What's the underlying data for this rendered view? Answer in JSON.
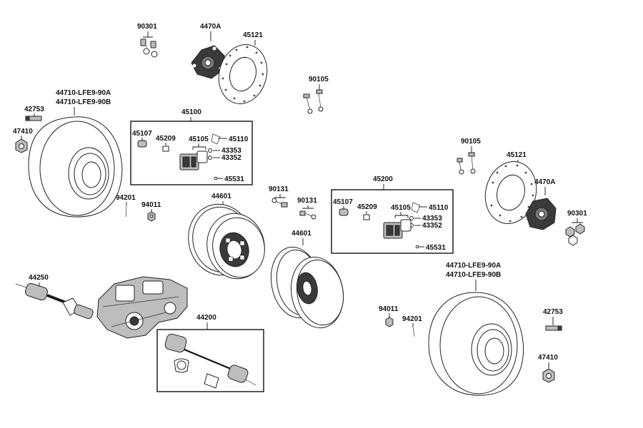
{
  "parts": {
    "p90301_top": "90301",
    "p4470A_top": "4470A",
    "p45121_top": "45121",
    "p90105_top": "90105",
    "p44710_left_a": "44710-LFE9-90A",
    "p44710_left_b": "44710-LFE9-90B",
    "p42753_left": "42753",
    "p47410_left": "47410",
    "p45100": "45100",
    "p45107_left": "45107",
    "p45209_left": "45209",
    "p45105_left": "45105",
    "p45110_left": "45110",
    "p43353_left": "43353",
    "p43352_left": "43352",
    "p45531_left": "45531",
    "p94201_left": "94201",
    "p94011_left": "94011",
    "p44601_left": "44601",
    "p90131_a": "90131",
    "p90131_b": "90131",
    "p45200": "45200",
    "p45107_right": "45107",
    "p45209_right": "45209",
    "p45105_right": "45105",
    "p45110_right": "45110",
    "p43353_right": "43353",
    "p43352_right": "43352",
    "p45531_right": "45531",
    "p44601_right": "44601",
    "p90105_right": "90105",
    "p45121_right": "45121",
    "p4470A_right": "4470A",
    "p90301_right": "90301",
    "p44250": "44250",
    "p44200": "44200",
    "p44710_right_a": "44710-LFE9-90A",
    "p44710_right_b": "44710-LFE9-90B",
    "p94011_right": "94011",
    "p94201_right": "94201",
    "p42753_right": "42753",
    "p47410_right": "47410"
  }
}
